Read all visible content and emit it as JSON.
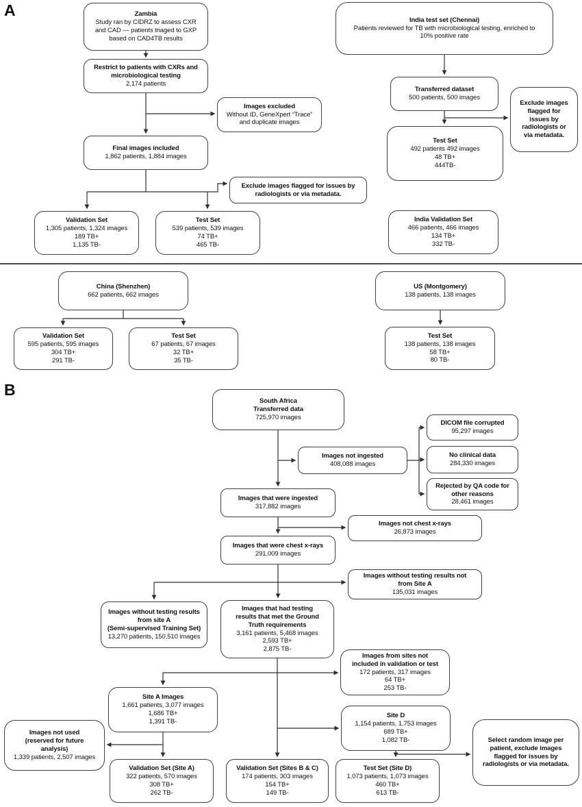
{
  "panels": {
    "a_label": "A",
    "b_label": "B"
  },
  "nodes": {
    "zambia": {
      "t": "Zambia",
      "b": "Study ran by CIDRZ to assess CXR\nand CAD — patients triaged to GXP\nbased on CAD4TB results"
    },
    "restrict": {
      "t": "Restrict to patients with CXRs and\nmicrobiological testing",
      "b": "2,174 patients"
    },
    "imagesExcluded": {
      "t": "Images excluded",
      "b": "Without ID, GeneXpert “Trace”\nand duplicate images"
    },
    "finalImages": {
      "t": "Final images included",
      "b": "1,862 patients, 1,884 images"
    },
    "excludeA": {
      "t": "Exclude images flagged for issues by\nradiologists or via metadata."
    },
    "valSetA": {
      "t": "Validation Set",
      "b": "1,305 patients, 1,324 images\n189 TB+\n1,135 TB-"
    },
    "testSetA": {
      "t": "Test Set",
      "b": "539 patients, 539 images\n74 TB+\n465 TB-"
    },
    "india": {
      "t": "India test set (Chennai)",
      "b": "Patients reviewed for TB with microbiological testing, enriched to\n10% positive rate"
    },
    "transferred": {
      "t": "Transferred dataset",
      "b": "500 patients, 500 images"
    },
    "excludeIndia": {
      "t": "Exclude images\nflagged for\nissues by\nradiologists or\nvia metadata."
    },
    "testSetIndia": {
      "t": "Test Set",
      "b": "492 patients 492 images\n48 TB+\n444TB-"
    },
    "indiaValSet": {
      "t": "India Validation Set",
      "b": "466 patients, 466 images\n134 TB+\n332 TB-"
    },
    "china": {
      "t": "China (Shenzhen)",
      "b": "662 patients, 662 images"
    },
    "chinaVal": {
      "t": "Validation Set",
      "b": "595 patients, 595 images\n304 TB+\n291 TB-"
    },
    "chinaTest": {
      "t": "Test Set",
      "b": "67 patients, 67 images\n32 TB+\n35 TB-"
    },
    "us": {
      "t": "US (Montgomery)",
      "b": "138 patients, 138 images"
    },
    "usTest": {
      "t": "Test Set",
      "b": "138 patients, 138 images\n58 TB+\n80 TB-"
    },
    "southAfrica": {
      "t": "South Africa\nTransferred data",
      "b": "725,970 images"
    },
    "dicom": {
      "t": "DICOM file corrupted",
      "b": "95,297 images"
    },
    "notIngested": {
      "t": "Images not ingested",
      "b": "408,088 images"
    },
    "noClinical": {
      "t": "No clinical data",
      "b": "284,330 images"
    },
    "rejectedQA": {
      "t": "Rejected by QA code for\nother reasons",
      "b": "28,461 images"
    },
    "ingested": {
      "t": "Images that were ingested",
      "b": "317,882 images"
    },
    "notCXR": {
      "t": "Images not chest x-rays",
      "b": "26,873 images"
    },
    "wereCXR": {
      "t": "Images that were chest x-rays",
      "b": "291,009 images"
    },
    "noTestNotA": {
      "t": "Images without testing results not\nfrom Site A",
      "b": "135,031 images"
    },
    "noTestFromA": {
      "t": "Images without testing results\nfrom site A\n(Semi-supervised Training Set)",
      "b": "13,270 patients, 150,510 images"
    },
    "hadTesting": {
      "t": "Images that had testing\nresults that met the Ground\nTruth requirements",
      "b": "3,161 patients, 5,468 images\n2,593 TB+\n2,875 TB-"
    },
    "sitesNotIncl": {
      "t": "Images from sites not\nincluded in validation or test",
      "b": "172 patients, 317 images\n64 TB+\n253 TB-"
    },
    "siteA": {
      "t": "Site A Images",
      "b": "1,661 patients, 3,077 images\n1,686 TB+\n1,391 TB-"
    },
    "siteD": {
      "t": "Site D",
      "b": "1,154 patients, 1,753 images\n689 TB+\n1,082 TB-"
    },
    "notUsed": {
      "t": "Images not used\n(reserved for future\nanalysis)",
      "b": "1,339 patients, 2,507 images"
    },
    "selectRandom": {
      "t": "Select random image per\npatient, exclude images\nflagged for issues by\nradiologists or via metadata."
    },
    "valSiteA": {
      "t": "Validation Set (Site A)",
      "b": "322 patients, 570 images\n308 TB+\n262 TB-"
    },
    "valSitesBC": {
      "t": "Validation Set (Sites B & C)",
      "b": "174 patients, 303 images\n154 TB+\n149 TB-"
    },
    "testSiteD": {
      "t": "Test Set (Site D)",
      "b": "1,073 patients, 1,073 images\n460 TB+\n613 TB-"
    }
  },
  "colors": {
    "line": "#2e2e2e",
    "border": "#3d3d3d",
    "background": "#ffffff"
  }
}
